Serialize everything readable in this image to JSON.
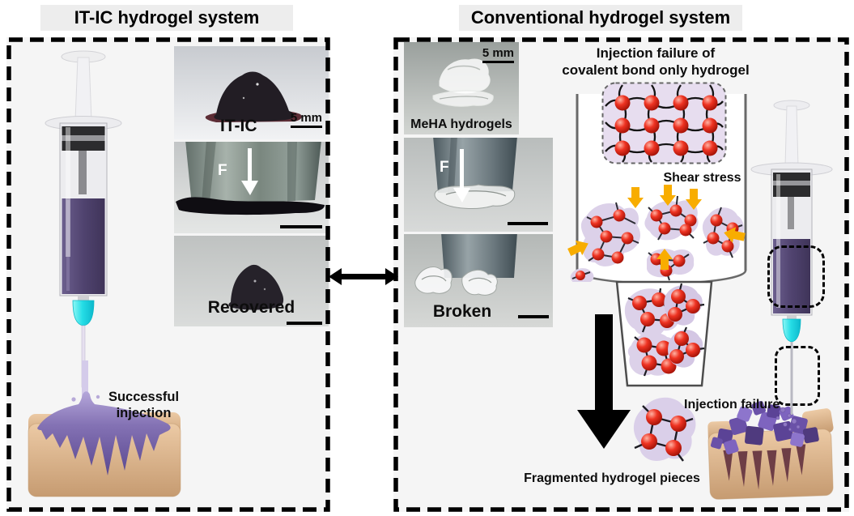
{
  "header": {
    "left_title": "IT-IC hydrogel system",
    "right_title": "Conventional hydrogel system"
  },
  "left": {
    "photo_itic": {
      "label": "IT-IC",
      "scale_label": "5 mm"
    },
    "photo_compress": {
      "force_label": "F"
    },
    "photo_recovered": {
      "label": "Recovered"
    },
    "caption_line1": "Successful",
    "caption_line2": "injection"
  },
  "right": {
    "photo_meha": {
      "label": "MeHA hydrogels",
      "scale_label": "5 mm"
    },
    "photo_compress": {
      "force_label": "F"
    },
    "photo_broken": {
      "label": "Broken"
    },
    "failure_title_line1": "Injection failure of",
    "failure_title_line2": "covalent bond only hydrogel",
    "shear_label": "Shear stress",
    "fragmented_label": "Fragmented hydrogel pieces",
    "injection_failure_label": "Injection failure"
  },
  "colors": {
    "hydrogel_purple": "#50436f",
    "syringe_tip_cyan": "#25dde6",
    "crosslink_red": "#ee3322",
    "polymer_lavender": "#dcd1e9",
    "shear_arrow_yellow": "#f8ad00",
    "tissue_tan": "#d9b088",
    "panel_background": "#f5f5f5",
    "title_background": "#ededed"
  },
  "icons": {
    "exchange_arrow": "double-headed horizontal arrow",
    "force_arrow": "white downward force arrow",
    "flow_arrow": "black downward process arrow",
    "shear_arrows": "orange shear stress arrows"
  }
}
